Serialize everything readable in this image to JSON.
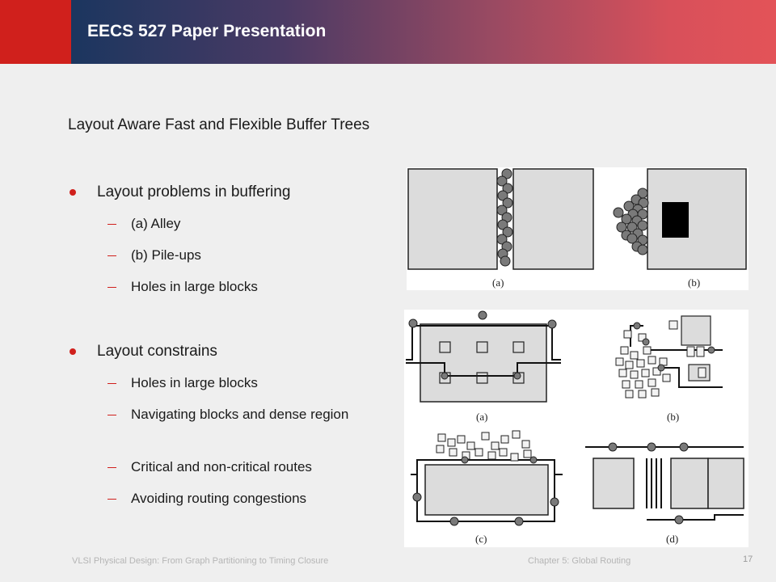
{
  "header": {
    "title": "EECS 527 Paper Presentation"
  },
  "subtitle": "Layout Aware Fast and Flexible Buffer Trees",
  "bullets": [
    {
      "label": "Layout problems in buffering",
      "items": [
        "(a) Alley",
        "(b) Pile-ups",
        "Holes in large blocks"
      ]
    },
    {
      "label": "Layout constrains",
      "items": [
        "Holes in large blocks",
        "Navigating blocks and dense region",
        "Critical and non-critical routes",
        "Avoiding routing congestions"
      ]
    }
  ],
  "figure_top": {
    "captions": [
      "(a)",
      "(b)"
    ]
  },
  "figure_bottom": {
    "captions": [
      "(a)",
      "(b)",
      "(c)",
      "(d)"
    ]
  },
  "footer": {
    "left": "VLSI Physical Design: From Graph Partitioning to Timing Closure",
    "middle": "Chapter 5: Global Routing",
    "page": "17"
  }
}
